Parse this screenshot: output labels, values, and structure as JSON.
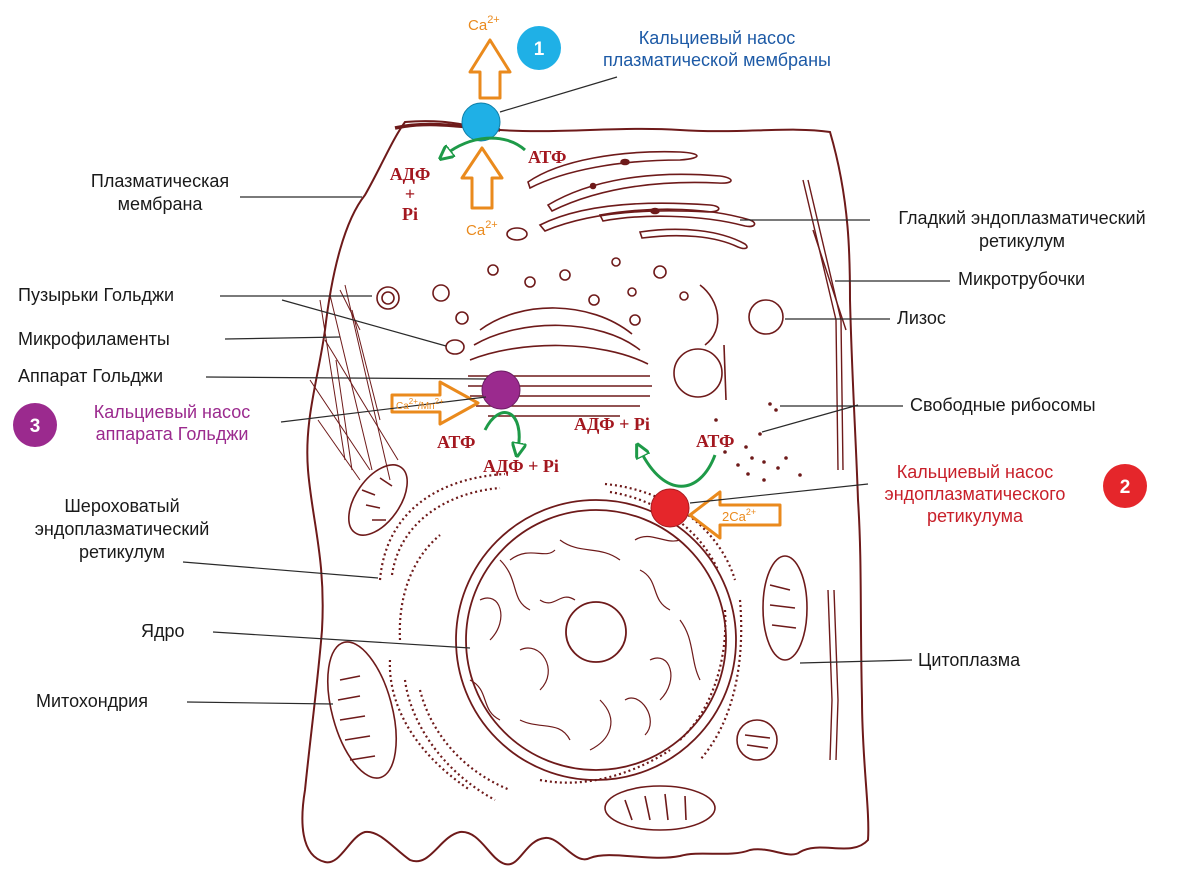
{
  "labels": {
    "plasma_membrane": [
      "Плазматическая",
      "мембрана"
    ],
    "smooth_er": [
      "Гладкий эндоплазматический",
      "ретикулум"
    ],
    "microtubules": "Микротрубочки",
    "lysosome": "Лизос",
    "golgi_vesicles": "Пузырьки Гольджи",
    "microfilaments": "Микрофиламенты",
    "golgi_apparatus": "Аппарат Гольджи",
    "free_ribosomes": "Свободные рибосомы",
    "rough_er": [
      "Шероховатый",
      "эндоплазматический",
      "ретикулум"
    ],
    "nucleus": "Ядро",
    "cytoplasm": "Цитоплазма",
    "mitochondrion": "Митохондрия"
  },
  "pumps": [
    {
      "number": "1",
      "name": [
        "Кальциевый насос",
        "плазматической мембраны"
      ],
      "color": "#1fb0e6",
      "text_color": "#1d5aa6"
    },
    {
      "number": "2",
      "name": [
        "Кальциевый насос",
        "эндоплазматического",
        "ретикулума"
      ],
      "color": "#e5262b",
      "text_color": "#c8202a"
    },
    {
      "number": "3",
      "name": [
        "Кальциевый насос",
        "аппарата Гольджи"
      ],
      "color": "#9b2a8e",
      "text_color": "#9b2a8e"
    }
  ],
  "energy": {
    "atp": "АТФ",
    "adp_pi": "АДФ + Pi",
    "adp": "АДФ",
    "plus": "+",
    "pi": "Pi"
  },
  "ions": {
    "ca": "Ca",
    "ca_charge": "2+",
    "ca_mn": "Ca",
    "mn": "/Mn",
    "two_ca": "2Ca"
  },
  "colors": {
    "cell_outline": "#6e1a1a",
    "arrow_orange": "#ea8a1d",
    "arrow_green": "#1e9a48",
    "energy_text": "#a3171f"
  }
}
